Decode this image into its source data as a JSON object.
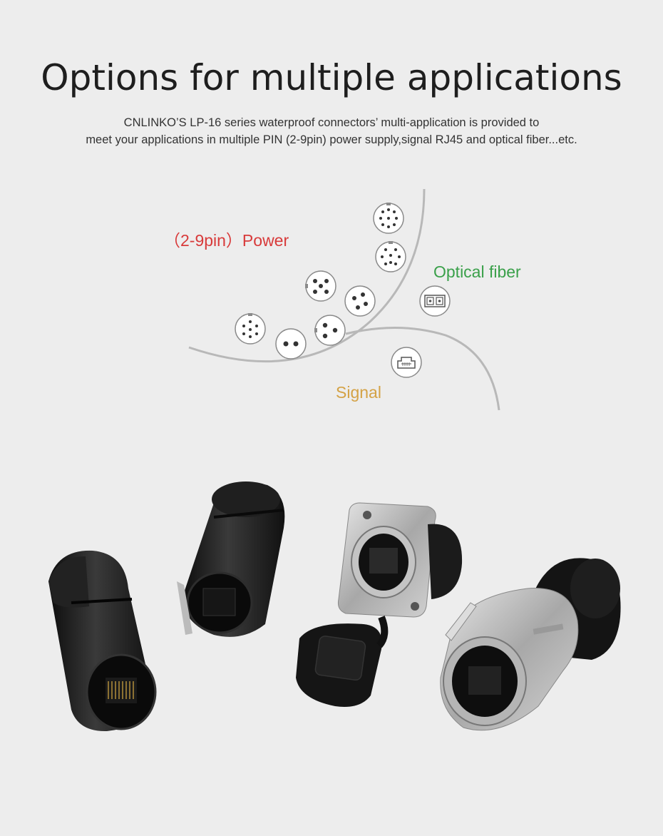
{
  "header": {
    "title": "Options for multiple applications",
    "subtitle_line1": "CNLINKO’S LP-16 series waterproof connectors’ multi-application is provided to",
    "subtitle_line2": "meet your applications in multiple PIN (2-9pin) power supply,signal RJ45 and optical fiber...etc."
  },
  "diagram": {
    "power_label": "（2-9pin）Power",
    "optical_label": "Optical fiber",
    "signal_label": "Signal",
    "colors": {
      "power": "#d83a3a",
      "optical": "#3aa04a",
      "signal": "#d4a245",
      "curve": "#b4b4b4"
    },
    "power_icons": [
      "9-pin-icon",
      "8-pin-icon",
      "5-pin-icon",
      "4-pin-icon",
      "7-pin-icon",
      "2-pin-icon",
      "3-pin-icon"
    ],
    "optical_icons": [
      "duplex-fiber-icon"
    ],
    "signal_icons": [
      "rj45-icon"
    ]
  },
  "products": {
    "items": [
      "black-straight-rj45-plug",
      "black-rj45-cable-connector",
      "silver-panel-mount-socket-with-cap",
      "silver-right-angle-rj45-plug"
    ]
  }
}
